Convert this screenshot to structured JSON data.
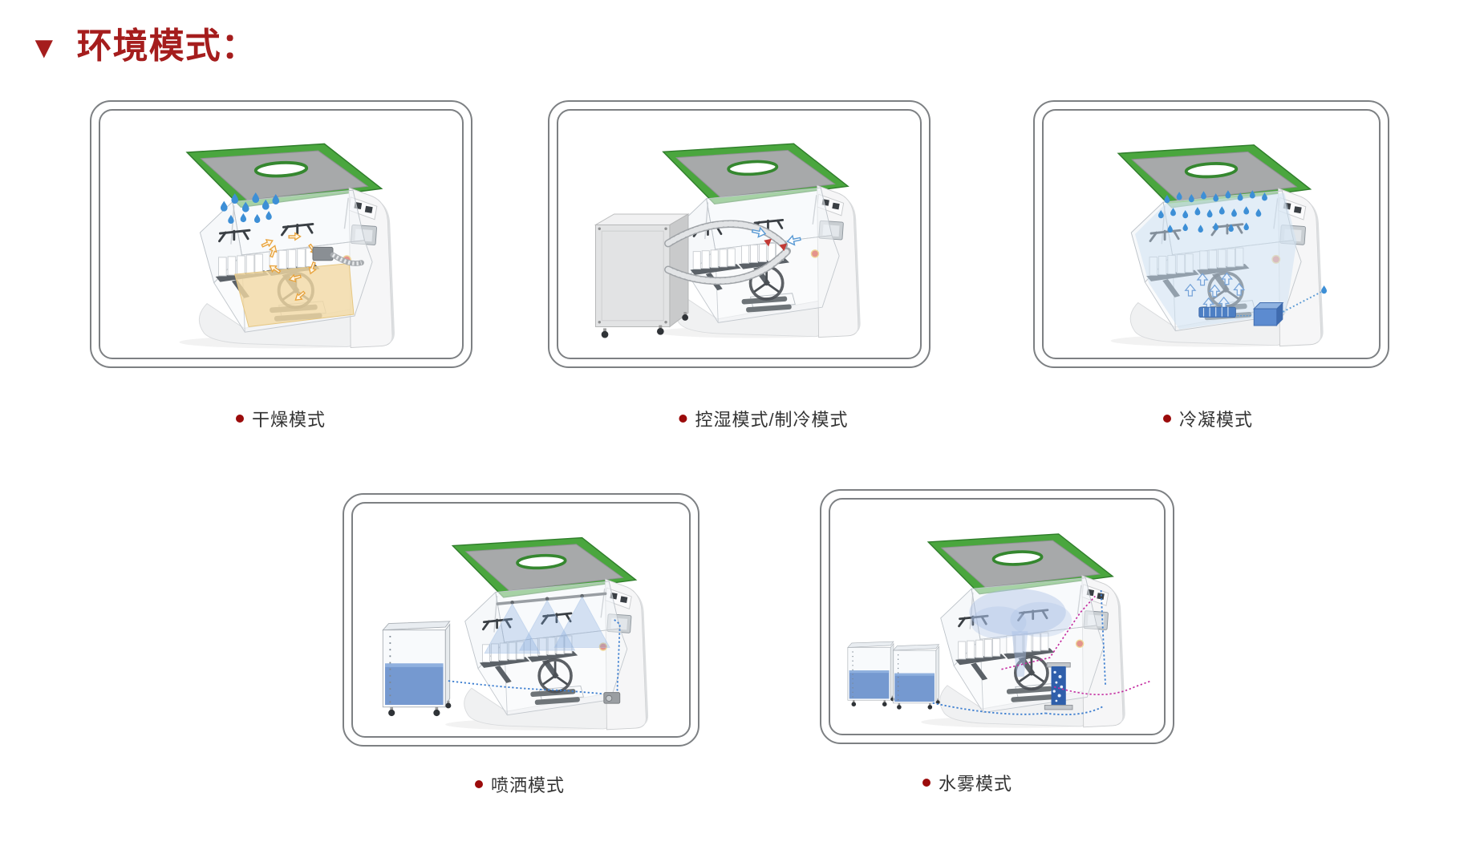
{
  "title": {
    "marker": "▼",
    "text": "环境模式："
  },
  "modes": [
    {
      "label": "干燥模式"
    },
    {
      "label": "控湿模式/制冷模式"
    },
    {
      "label": "冷凝模式"
    },
    {
      "label": "喷洒模式"
    },
    {
      "label": "水雾模式"
    }
  ],
  "illustrations": {
    "dry": "test-chamber-dry-airflow-illustration",
    "humidity_cooling": "test-chamber-external-conditioner-hoses-illustration",
    "condensation": "test-chamber-condensing-droplets-illustration",
    "spray": "test-chamber-spray-nozzles-water-tank-illustration",
    "mist": "test-chamber-water-mist-tanks-illustration"
  },
  "colors": {
    "title_red": "#A51D1D",
    "bullet_red": "#9B0B0B",
    "label_text": "#333333",
    "frame_border": "#7D8083",
    "lid_green": "#4AA63E",
    "lid_green_dark": "#2F7D2B",
    "lid_underside_gray": "#A7A9AA",
    "water_drop_blue": "#3D8FD6",
    "spray_cone_blue": "#7FA6D9",
    "tank_water_blue": "#5E87C8",
    "dry_arrow_orange": "#E8A33D",
    "dry_floor_tan": "#F2D9A4",
    "dotted_line_blue": "#3E7FD0",
    "dotted_line_magenta": "#C42BA0",
    "estop_red": "#D2301F"
  }
}
